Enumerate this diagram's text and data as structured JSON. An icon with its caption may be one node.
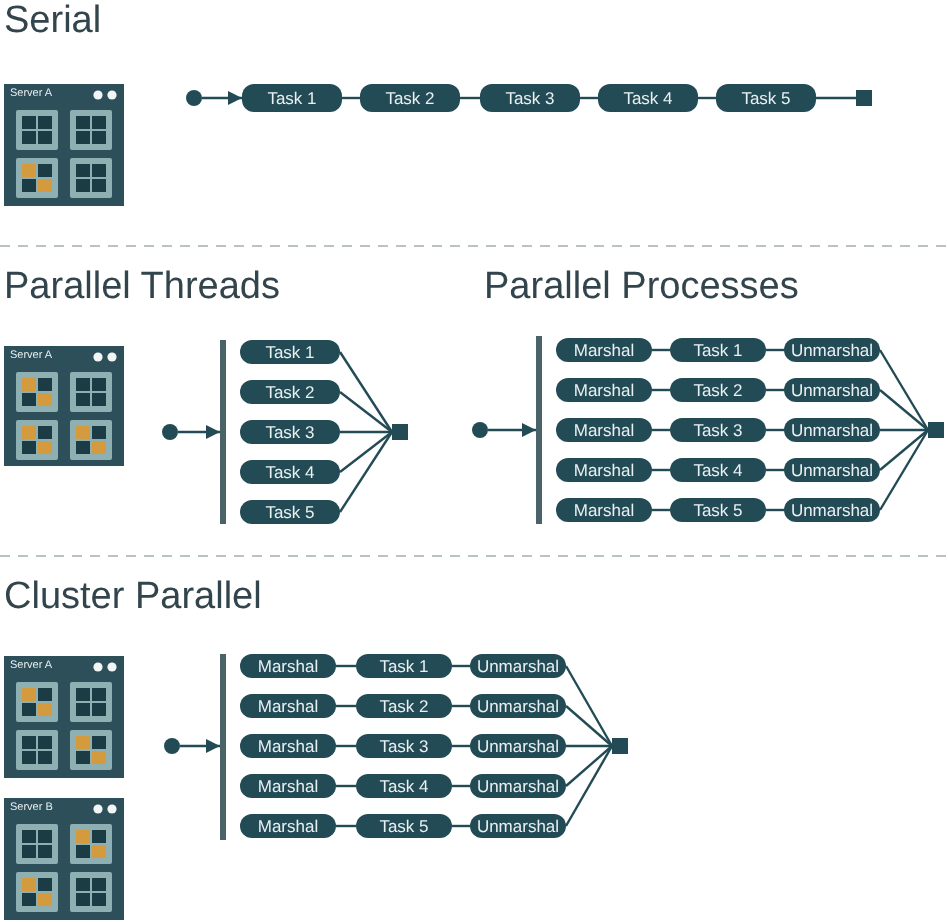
{
  "diagram": {
    "nodes": [
      {
        "text": [
          "Server A"
        ]
      },
      {
        "text": [],
        "shape": "circle"
      },
      {
        "text": [
          "Task 1"
        ]
      },
      {
        "text": [
          "Task 2"
        ]
      },
      {
        "text": [
          "Task 3"
        ]
      },
      {
        "text": [
          "Task 4"
        ]
      },
      {
        "text": [
          "Task 5"
        ]
      },
      {
        "text": [],
        "shape": "box"
      },
      {
        "text": [
          "Server A"
        ]
      },
      {
        "text": [],
        "shape": "circle"
      },
      {
        "text": [],
        "shape": "bar"
      },
      {
        "text": [
          "Task 1"
        ]
      },
      {
        "text": [
          "Task 2"
        ]
      },
      {
        "text": [
          "Task 3"
        ]
      },
      {
        "text": [
          "Task 4"
        ]
      },
      {
        "text": [
          "Task 5"
        ]
      },
      {
        "text": [],
        "shape": "box"
      },
      {
        "text": [],
        "shape": "circle"
      },
      {
        "text": [],
        "shape": "bar"
      },
      {
        "text": [
          "Marshal"
        ]
      },
      {
        "text": [
          "Task 1"
        ]
      },
      {
        "text": [
          "Unmarshal"
        ]
      },
      {
        "text": [
          "Marshal"
        ]
      },
      {
        "text": [
          "Task 2"
        ]
      },
      {
        "text": [
          "Unmarshal"
        ]
      },
      {
        "text": [
          "Marshal"
        ]
      },
      {
        "text": [
          "Task 3"
        ]
      },
      {
        "text": [
          "Unmarshal"
        ]
      },
      {
        "text": [
          "Marshal"
        ]
      },
      {
        "text": [
          "Task 4"
        ]
      },
      {
        "text": [
          "Unmarshal"
        ]
      },
      {
        "text": [
          "Marshal"
        ]
      },
      {
        "text": [
          "Task 5"
        ]
      },
      {
        "text": [
          "Unmarshal"
        ]
      },
      {
        "text": [],
        "shape": "box"
      },
      {
        "text": [
          "Server A"
        ]
      },
      {
        "text": [
          "Server B"
        ]
      },
      {
        "text": [],
        "shape": "circle"
      },
      {
        "text": [],
        "shape": "bar"
      },
      {
        "text": [
          "Marshal"
        ]
      },
      {
        "text": [
          "Task 1"
        ]
      },
      {
        "text": [
          "Unmarshal"
        ]
      },
      {
        "text": [
          "Marshal"
        ]
      },
      {
        "text": [
          "Task 2"
        ]
      },
      {
        "text": [
          "Unmarshal"
        ]
      },
      {
        "text": [
          "Marshal"
        ]
      },
      {
        "text": [
          "Task 3"
        ]
      },
      {
        "text": [
          "Unmarshal"
        ]
      },
      {
        "text": [
          "Marshal"
        ]
      },
      {
        "text": [
          "Task 4"
        ]
      },
      {
        "text": [
          "Unmarshal"
        ]
      },
      {
        "text": [
          "Marshal"
        ]
      },
      {
        "text": [
          "Task 5"
        ]
      },
      {
        "text": [
          "Unmarshal"
        ]
      },
      {
        "text": [],
        "shape": "box"
      }
    ],
    "edges": [
      {
        "from": 1,
        "to": 2,
        "arrow": "to"
      },
      {
        "from": 2,
        "to": 3,
        "arrow": "none"
      },
      {
        "from": 3,
        "to": 4,
        "arrow": "none"
      },
      {
        "from": 4,
        "to": 5,
        "arrow": "none"
      },
      {
        "from": 5,
        "to": 6,
        "arrow": "none"
      },
      {
        "from": 6,
        "to": 7,
        "arrow": "none"
      },
      {
        "from": 9,
        "to": 10,
        "arrow": "to"
      },
      {
        "from": 11,
        "to": 16,
        "arrow": "none"
      },
      {
        "from": 12,
        "to": 16,
        "arrow": "none"
      },
      {
        "from": 13,
        "to": 16,
        "arrow": "none"
      },
      {
        "from": 14,
        "to": 16,
        "arrow": "none"
      },
      {
        "from": 15,
        "to": 16,
        "arrow": "none"
      },
      {
        "from": 17,
        "to": 18,
        "arrow": "to"
      },
      {
        "from": 19,
        "to": 20,
        "arrow": "none"
      },
      {
        "from": 20,
        "to": 21,
        "arrow": "none"
      },
      {
        "from": 22,
        "to": 23,
        "arrow": "none"
      },
      {
        "from": 23,
        "to": 24,
        "arrow": "none"
      },
      {
        "from": 25,
        "to": 26,
        "arrow": "none"
      },
      {
        "from": 26,
        "to": 27,
        "arrow": "none"
      },
      {
        "from": 28,
        "to": 29,
        "arrow": "none"
      },
      {
        "from": 29,
        "to": 30,
        "arrow": "none"
      },
      {
        "from": 31,
        "to": 32,
        "arrow": "none"
      },
      {
        "from": 32,
        "to": 33,
        "arrow": "none"
      },
      {
        "from": 21,
        "to": 34,
        "arrow": "none"
      },
      {
        "from": 24,
        "to": 34,
        "arrow": "none"
      },
      {
        "from": 27,
        "to": 34,
        "arrow": "none"
      },
      {
        "from": 30,
        "to": 34,
        "arrow": "none"
      },
      {
        "from": 33,
        "to": 34,
        "arrow": "none"
      },
      {
        "from": 37,
        "to": 38,
        "arrow": "to"
      },
      {
        "from": 39,
        "to": 40,
        "arrow": "none"
      },
      {
        "from": 40,
        "to": 41,
        "arrow": "none"
      },
      {
        "from": 42,
        "to": 43,
        "arrow": "none"
      },
      {
        "from": 43,
        "to": 44,
        "arrow": "none"
      },
      {
        "from": 45,
        "to": 46,
        "arrow": "none"
      },
      {
        "from": 46,
        "to": 47,
        "arrow": "none"
      },
      {
        "from": 48,
        "to": 49,
        "arrow": "none"
      },
      {
        "from": 49,
        "to": 50,
        "arrow": "none"
      },
      {
        "from": 51,
        "to": 52,
        "arrow": "none"
      },
      {
        "from": 52,
        "to": 53,
        "arrow": "none"
      },
      {
        "from": 41,
        "to": 54,
        "arrow": "none"
      },
      {
        "from": 44,
        "to": 54,
        "arrow": "none"
      },
      {
        "from": 47,
        "to": 54,
        "arrow": "none"
      },
      {
        "from": 50,
        "to": 54,
        "arrow": "none"
      },
      {
        "from": 53,
        "to": 54,
        "arrow": "none"
      }
    ],
    "labels": [
      "Serial",
      "Parallel Threads",
      "Parallel Processes",
      "Cluster Parallel"
    ]
  }
}
